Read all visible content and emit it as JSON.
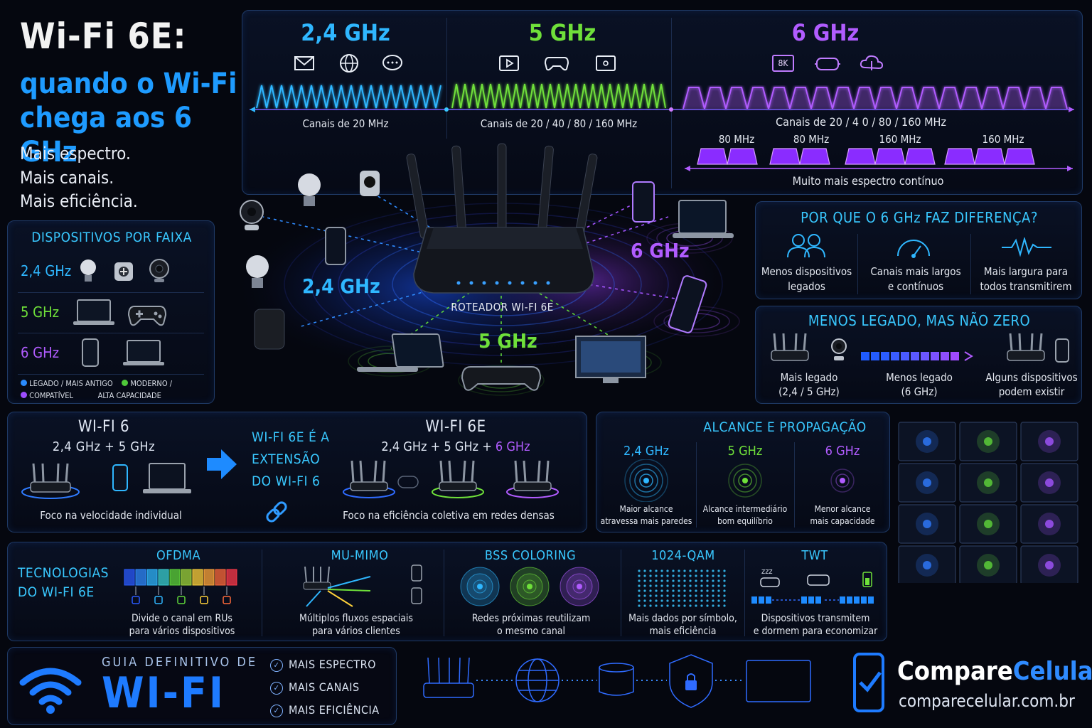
{
  "title": {
    "line1": "Wi-Fi 6E:",
    "line2": "quando o Wi-Fi chega aos 6 GHz",
    "taglines": [
      "Mais espectro.",
      "Mais canais.",
      "Mais eficiência."
    ]
  },
  "spectrum": {
    "bands": [
      {
        "name": "2,4 GHz",
        "channels": "Canais de 20 MHz",
        "color": "#2fb7ff"
      },
      {
        "name": "5 GHz",
        "channels": "Canais de 20 / 40 / 80 / 160 MHz",
        "color": "#6fe03a"
      },
      {
        "name": "6 GHz",
        "channels": "Canais de 20  / 4 0 / 80 / 160 MHz",
        "color": "#b15cff"
      }
    ],
    "wide_channels": [
      "80 MHz",
      "80 MHz",
      "160 MHz",
      "160 MHz"
    ],
    "continuous_note": "Muito mais espectro contínuo",
    "icon_8k": "8K"
  },
  "devices_panel": {
    "title": "DISPOSITIVOS POR FAIXA",
    "rows": [
      "2,4 GHz",
      "5 GHz",
      "6 GHz"
    ],
    "legend": [
      "LEGADO / MAIS ANTIGO",
      "MODERNO /",
      "COMPATÍVEL",
      "ALTA CAPACIDADE"
    ]
  },
  "router_center": {
    "label": "ROTEADOR WI-FI 6E",
    "band_24": "2,4 GHz",
    "band_5": "5 GHz",
    "band_6": "6 GHz"
  },
  "why_panel": {
    "title": "POR QUE O 6 GHz FAZ DIFERENÇA?",
    "items": [
      {
        "line1": "Menos dispositivos",
        "line2": "legados"
      },
      {
        "line1": "Canais mais largos",
        "line2": "e contínuos"
      },
      {
        "line1": "Mais largura para",
        "line2": "todos transmitirem"
      }
    ]
  },
  "legacy_panel": {
    "title": "MENOS LEGADO, MAS NÃO ZERO",
    "items": [
      {
        "line1": "Mais legado",
        "line2": "(2,4 / 5 GHz)"
      },
      {
        "line1": "Menos legado",
        "line2": "(6 GHz)"
      },
      {
        "line1": "Alguns dispositivos",
        "line2": "podem existir"
      }
    ]
  },
  "compare_panel": {
    "wifi6_title": "WI-FI 6",
    "wifi6_bands": "2,4 GHz + 5 GHz",
    "wifi6_focus": "Foco na velocidade individual",
    "extension_text": [
      "WI-FI 6E É A",
      "EXTENSÃO",
      "DO WI-FI 6"
    ],
    "wifi6e_title": "WI-FI 6E",
    "wifi6e_bands_a": "2,4 GHz + 5 GHz + ",
    "wifi6e_bands_b": "6 GHz",
    "wifi6e_focus": "Foco na eficiência coletiva em redes densas"
  },
  "range_panel": {
    "title": "ALCANCE E PROPAGAÇÃO",
    "items": [
      {
        "band": "2,4 GHz",
        "line1": "Maior alcance",
        "line2": "atravessa mais paredes"
      },
      {
        "band": "5 GHz",
        "line1": "Alcance intermediário",
        "line2": "bom equilíbrio"
      },
      {
        "band": "6 GHz",
        "line1": "Menor alcance",
        "line2": "mais capacidade"
      }
    ]
  },
  "tech_panel": {
    "title": [
      "TECNOLOGIAS",
      "DO WI-FI 6E"
    ],
    "items": [
      {
        "name": "OFDMA",
        "line1": "Divide o canal em RUs",
        "line2": "para vários dispositivos"
      },
      {
        "name": "MU-MIMO",
        "line1": "Múltiplos fluxos espaciais",
        "line2": "para vários clientes"
      },
      {
        "name": "BSS COLORING",
        "line1": "Redes próximas reutilizam",
        "line2": "o mesmo canal"
      },
      {
        "name": "1024-QAM",
        "line1": "Mais dados por símbolo,",
        "line2": "mais eficiência"
      },
      {
        "name": "TWT",
        "line1": "Dispositivos transmitem",
        "line2": "e dormem para economizar"
      }
    ],
    "zzz": "zzz"
  },
  "footer": {
    "guide_label": "GUIA DEFINITIVO DE",
    "guide_big": "WI-FI",
    "checks": [
      "MAIS ESPECTRO",
      "MAIS CANAIS",
      "MAIS EFICIÊNCIA"
    ],
    "brand_a": "Compare",
    "brand_b": "Celular",
    "url": "comparecelular.com.br"
  },
  "colors": {
    "blue": "#2fb7ff",
    "green": "#6fe03a",
    "purple": "#b15cff",
    "panel_border": "#1f3a66"
  }
}
